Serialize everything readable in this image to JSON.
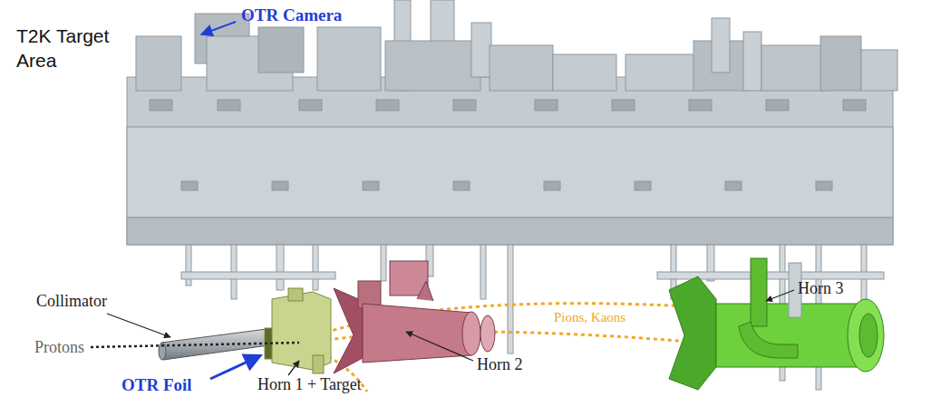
{
  "diagram": {
    "title": "T2K Target Area",
    "labels": [
      "OTR Camera",
      "Collimator",
      "Protons",
      "Pions, Kaons",
      "Horn 3",
      "OTR Foil",
      "Horn 1 + Target",
      "Horn 2"
    ]
  }
}
